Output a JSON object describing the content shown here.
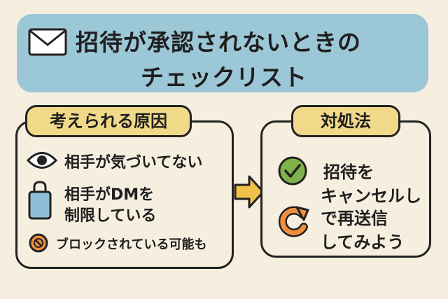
{
  "title": {
    "line1": "招待が承認されないときの",
    "line2": "チェックリスト"
  },
  "causes": {
    "heading": "考えられる原因",
    "items": [
      {
        "icon": "eye-icon",
        "text": "相手が気づいてない"
      },
      {
        "icon": "lock-icon",
        "line1": "相手がDMを",
        "line2": "制限している"
      },
      {
        "icon": "block-icon",
        "text": "ブロックされている可能も"
      }
    ]
  },
  "actions": {
    "heading": "対処法",
    "line1": "招待を",
    "line2": "キャンセルし",
    "line3": "で再送信",
    "line4": "してみよう",
    "icons": [
      "check-icon",
      "refresh-icon"
    ]
  },
  "colors": {
    "background": "#f6efdf",
    "banner": "#9cc7d6",
    "pill": "#f1d98a",
    "arrow": "#f1c24a",
    "check": "#7fb24a",
    "refresh": "#ef8f3b",
    "lock": "#8fbfd6",
    "block": "#ef8f3b"
  }
}
